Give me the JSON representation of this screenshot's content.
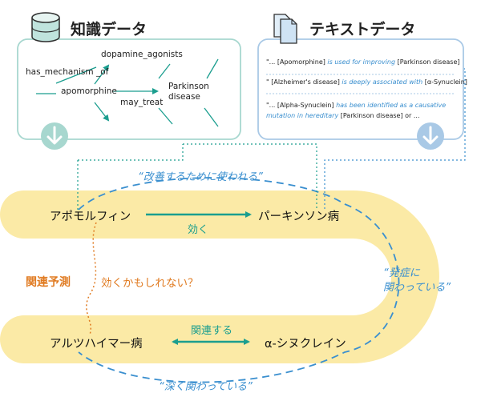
{
  "knowledge_panel": {
    "title": "知識データ",
    "nodes": {
      "dopamine": "dopamine_agonists",
      "mechanism": "has_mechanism _of",
      "apomorphine": "apomorphine",
      "may_treat": "may_treat",
      "parkinson_line1": "Parkinson",
      "parkinson_line2": "disease"
    }
  },
  "text_panel": {
    "title": "テキストデータ",
    "quotes": [
      {
        "pre": "\"... [Apomorphine] ",
        "hl": "is used for improving",
        "post": " [Parkinson disease]"
      },
      {
        "pre": "\" [Alzheimer's disease] ",
        "hl": "is deeply associated with",
        "post": " [α-Synuclein]"
      },
      {
        "pre": "\"... [Alpha-Synuclein] ",
        "hl": "has been identified as a causative",
        "post": ""
      },
      {
        "pre": "",
        "hl": "mutation in hereditary",
        "post": " [Parkinson disease] or ..."
      }
    ]
  },
  "band": {
    "quote_top": "“改善するために使われる”",
    "apomorphine": "アポモルフィン",
    "kiku": "効く",
    "parkinson": "パーキンソン病",
    "related_prediction": "関連予測",
    "maybe_effective": "効くかもしれない？",
    "onset_line1": "“発症に",
    "onset_line2": "関わっている”",
    "alzheimer": "アルツハイマー病",
    "kanren": "関連する",
    "synuclein": "α-シヌクレイン",
    "quote_bottom": "“深く関わっている”"
  },
  "colors": {
    "teal": "#1b9e8f",
    "blue": "#3a8fcf",
    "band": "#fbeaa6",
    "orange": "#e07b22",
    "panel_border": "#a7d7cf",
    "panel_border_blue": "#a9c9e6"
  },
  "icons": {
    "knowledge": "database-icon",
    "text": "documents-icon",
    "down_arrow": "down-arrow-icon"
  }
}
